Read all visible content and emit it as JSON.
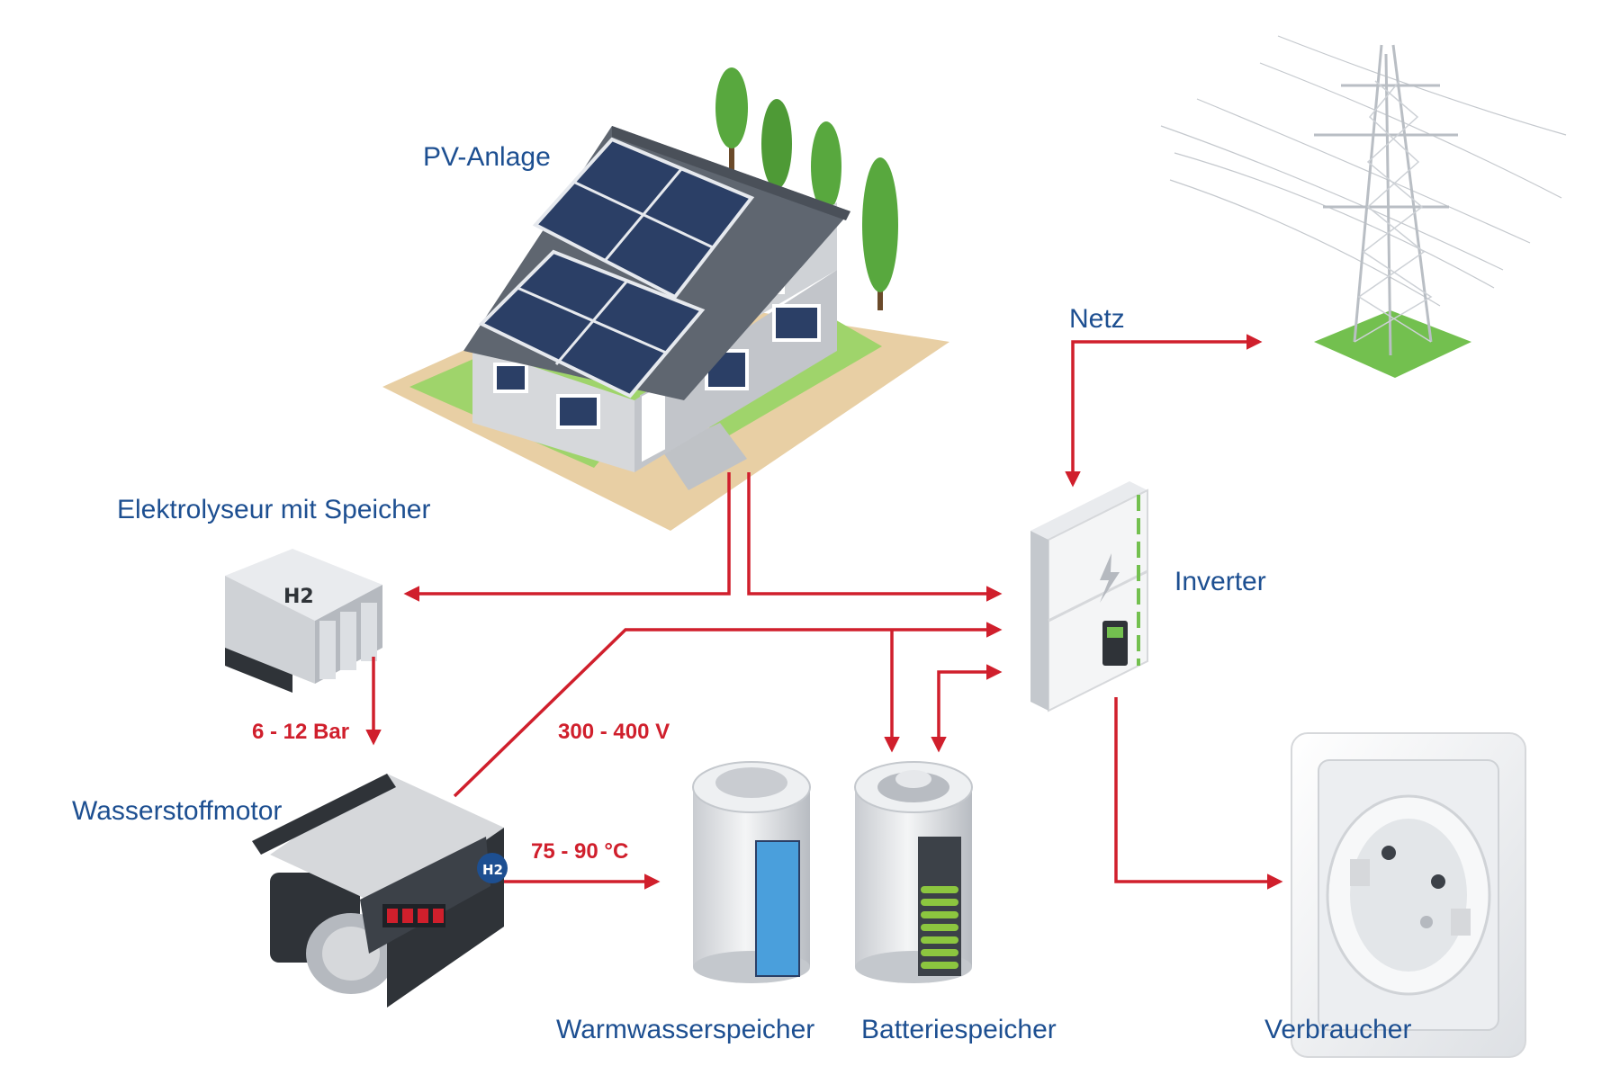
{
  "labels": {
    "pv": "PV-Anlage",
    "electrolyser": "Elektrolyseur mit Speicher",
    "engine": "Wasserstoffmotor",
    "grid": "Netz",
    "inverter": "Inverter",
    "hot_water": "Warmwasserspeicher",
    "battery": "Batteriespeicher",
    "consumer": "Verbraucher"
  },
  "flow_labels": {
    "pressure": "6 - 12 Bar",
    "voltage": "300 - 400 V",
    "temperature": "75 - 90 °C"
  },
  "icons": {
    "electrolyser_mark": "H2",
    "engine_mark": "H2"
  },
  "colors": {
    "flow_line": "#d01f2c",
    "label_text": "#1d4f91",
    "solar_panel": "#2b3f66",
    "tree": "#58a83e",
    "battery_charge": "#8cc63f",
    "water": "#4a9fdc"
  }
}
